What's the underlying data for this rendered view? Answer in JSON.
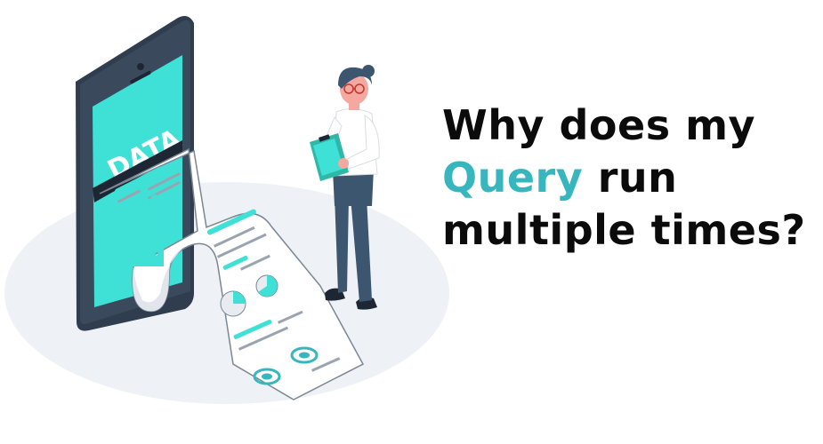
{
  "illustration": {
    "screen_label": "DATA"
  },
  "headline": {
    "line1": "Why does my",
    "line2_accent": "Query",
    "line2_rest": " run",
    "line3": "multiple times?"
  },
  "colors": {
    "accent": "#38b6be",
    "teal_bright": "#3fe0d6",
    "phone_frame": "#3a4a5c",
    "text": "#0b0b0b"
  }
}
